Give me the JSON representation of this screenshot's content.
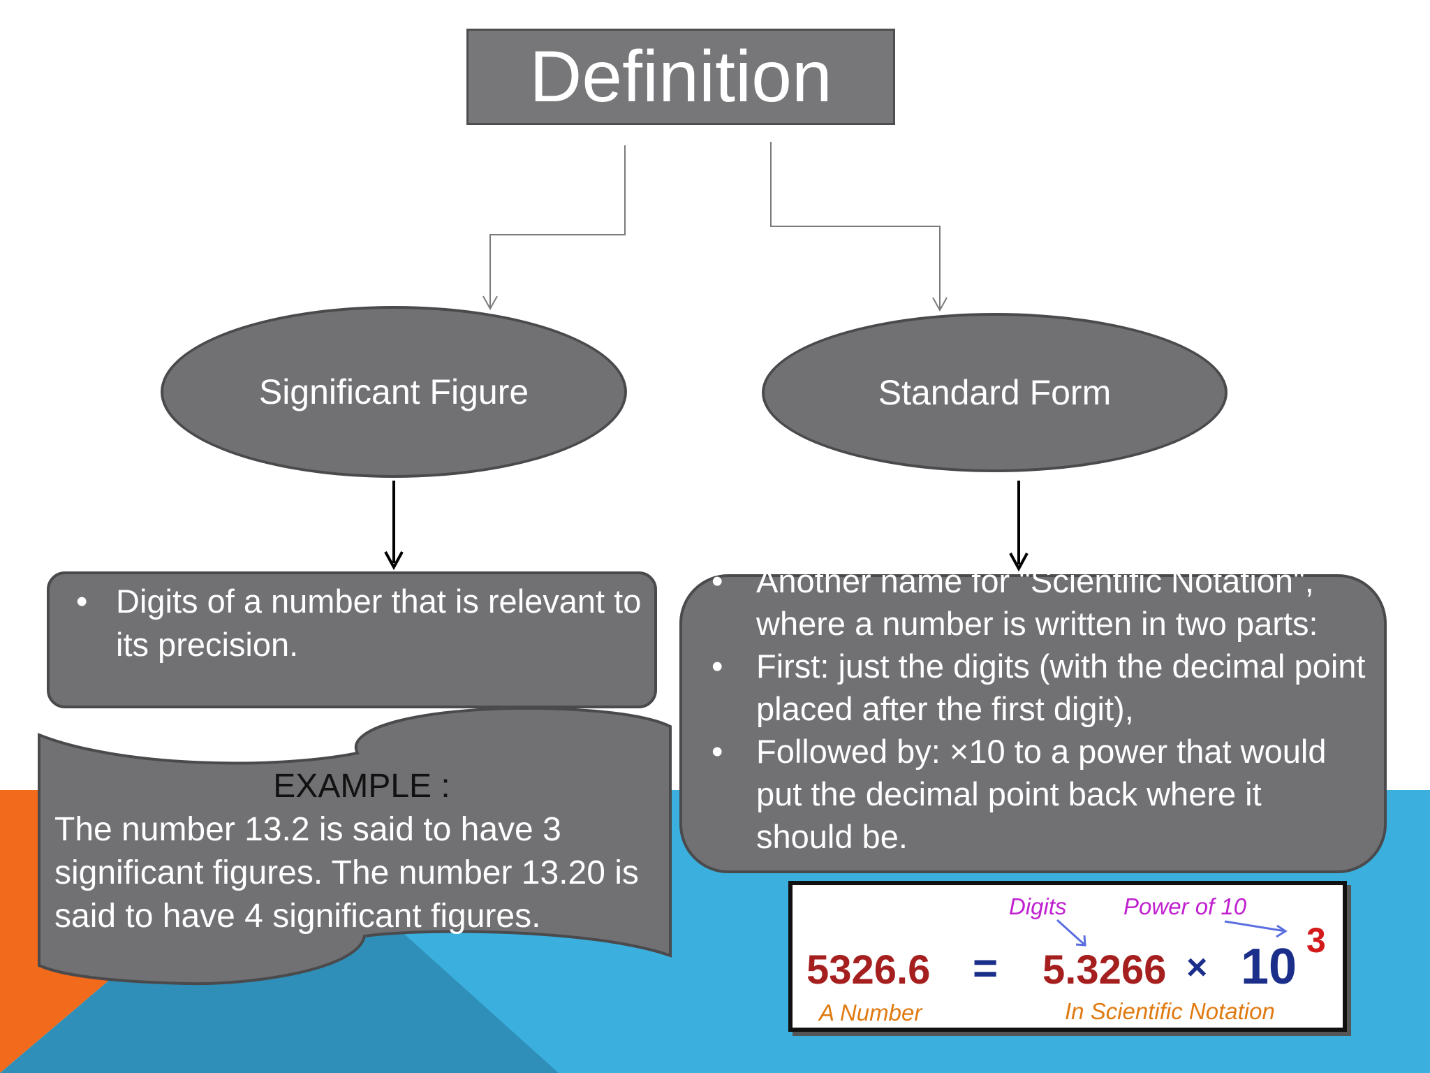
{
  "title": "Definition",
  "nodes": {
    "significant_figure": "Significant Figure",
    "standard_form": "Standard Form"
  },
  "significant_figure_definition": [
    "Digits of a number that is relevant to its precision."
  ],
  "example": {
    "heading": "EXAMPLE :",
    "text": "The number 13.2 is said to have 3 significant figures. The number 13.20 is said to have 4 significant figures."
  },
  "standard_form_definition": [
    "Another name for \"Scientific Notation\", where a number is written in two parts:",
    "First: just the digits (with the decimal point placed after the first digit),",
    "Followed by: ×10 to a power that would put the decimal point back where it should be."
  ],
  "scientific_notation_figure": {
    "number": "5326.6",
    "equals": "=",
    "digits": "5.3266",
    "times": "×",
    "base": "10",
    "exponent": "3",
    "label_digits": "Digits",
    "label_power": "Power of 10",
    "label_number": "A Number",
    "label_scientific": "In Scientific Notation"
  },
  "colors": {
    "shape_fill": "#717174",
    "shape_border": "#4a4a4d",
    "orange_accent": "#f26a1b",
    "blue_accent": "#3bb0de",
    "dark_blue_accent": "#2f8fb8",
    "number_red": "#a51f1f",
    "exponent_red": "#d41b1b",
    "base_blue": "#1a2e8a",
    "label_magenta": "#c020d0",
    "label_orange": "#e07a10"
  }
}
